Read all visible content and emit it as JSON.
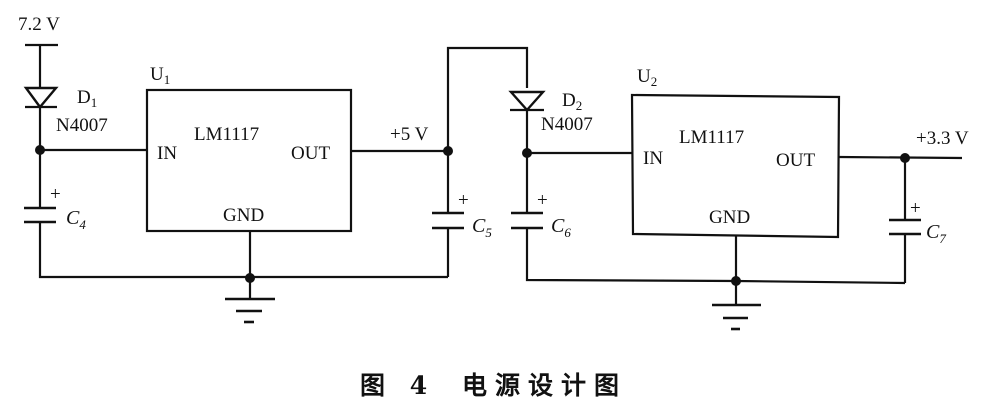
{
  "diagram": {
    "type": "circuit-schematic",
    "input_voltage": "7.2 V",
    "intermediate_voltage": "+5 V",
    "output_voltage": "+3.3 V",
    "diodes": [
      {
        "ref": "D",
        "sub": "1",
        "part": "N4007"
      },
      {
        "ref": "D",
        "sub": "2",
        "part": "N4007"
      }
    ],
    "regulators": [
      {
        "ref": "U",
        "sub": "1",
        "part": "LM1117",
        "pin_in": "IN",
        "pin_out": "OUT",
        "pin_gnd": "GND"
      },
      {
        "ref": "U",
        "sub": "2",
        "part": "LM1117",
        "pin_in": "IN",
        "pin_out": "OUT",
        "pin_gnd": "GND"
      }
    ],
    "capacitors": [
      {
        "ref": "C",
        "sub": "4",
        "polarity": "+"
      },
      {
        "ref": "C",
        "sub": "5",
        "polarity": "+"
      },
      {
        "ref": "C",
        "sub": "6",
        "polarity": "+"
      },
      {
        "ref": "C",
        "sub": "7",
        "polarity": "+"
      }
    ]
  },
  "caption": {
    "figure_label": "图 4",
    "title": "电源设计图"
  }
}
